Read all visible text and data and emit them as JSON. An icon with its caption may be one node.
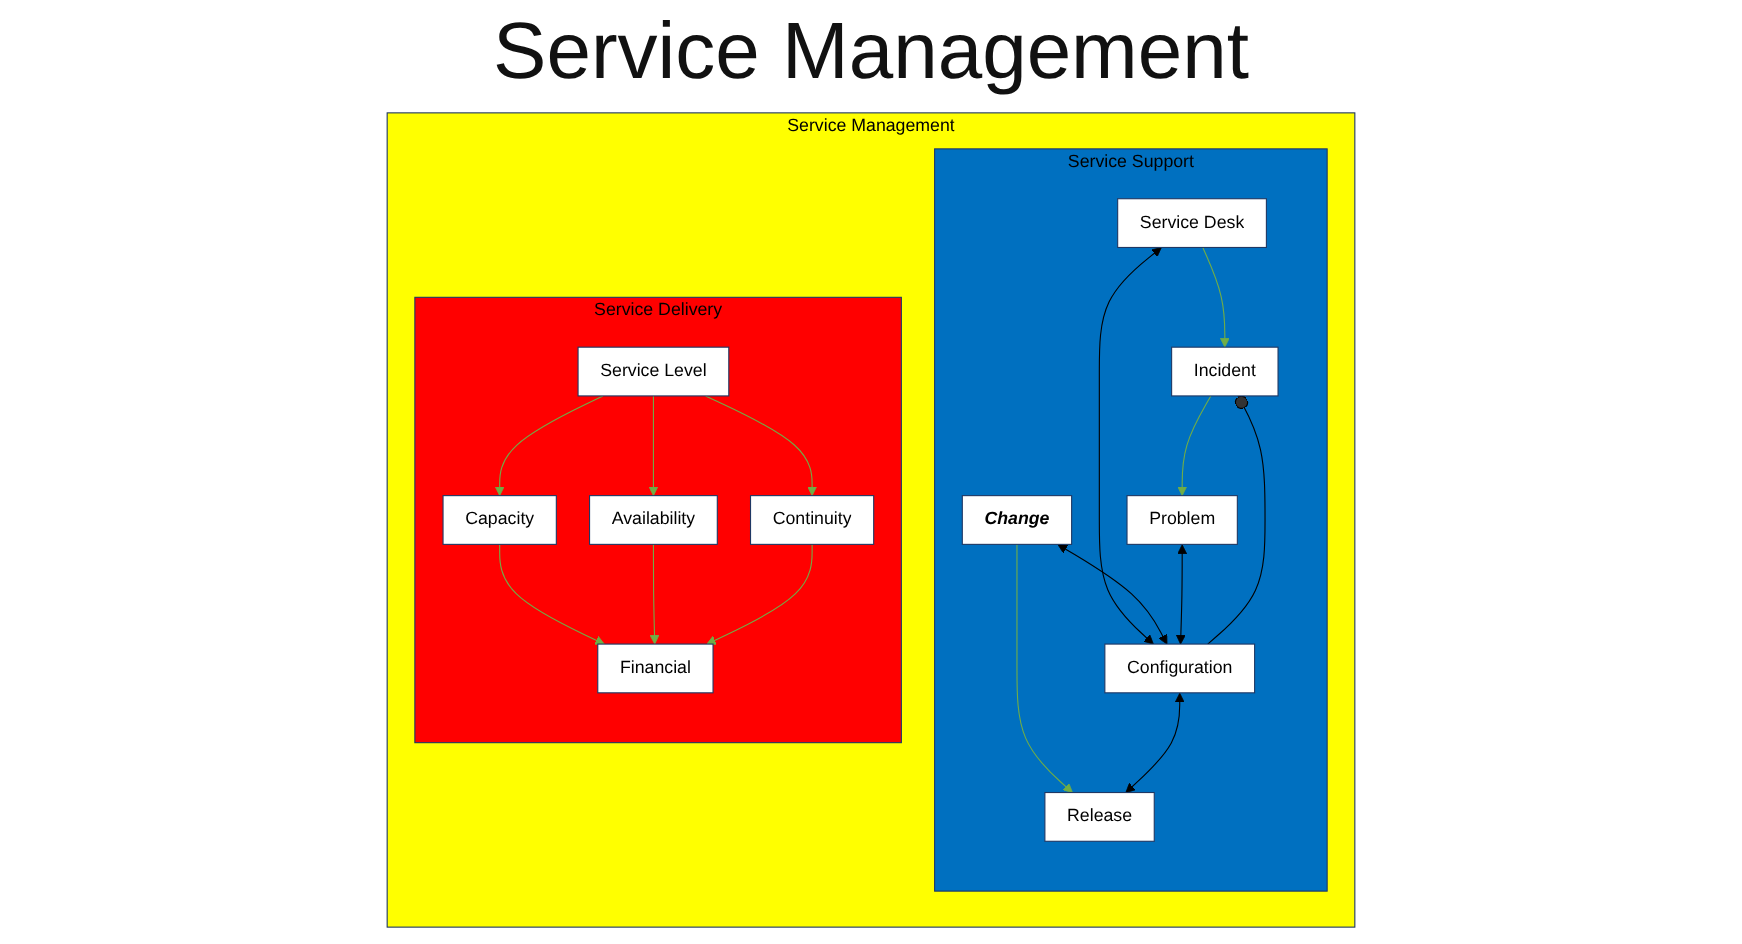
{
  "diagram": {
    "title": "Service Management",
    "nodes": [
      {
        "text": [
          "Service Management"
        ]
      },
      {
        "text": [
          "Service Support"
        ],
        "in": 0
      },
      {
        "text": [
          "Service Desk"
        ],
        "in": 1
      },
      {
        "text": [
          "Change"
        ],
        "in": 1
      },
      {
        "text": [
          "Incident"
        ],
        "in": 1
      },
      {
        "text": [
          "Configuration"
        ],
        "in": 1
      },
      {
        "text": [
          "Problem"
        ],
        "in": 1
      },
      {
        "text": [
          "Release"
        ],
        "in": 1
      },
      {
        "text": [
          "Service Delivery"
        ],
        "in": 0
      },
      {
        "text": [
          "Service Level"
        ],
        "in": 8
      },
      {
        "text": [
          "Capacity"
        ],
        "in": 8
      },
      {
        "text": [
          "Availability"
        ],
        "in": 8
      },
      {
        "text": [
          "Continuity"
        ],
        "in": 8
      },
      {
        "text": [
          "Financial"
        ],
        "in": 8
      }
    ],
    "edges": [
      {
        "from": 2,
        "to": 4,
        "arrow": "to"
      },
      {
        "from": 4,
        "to": 6,
        "arrow": "to"
      },
      {
        "from": 3,
        "to": 7,
        "arrow": "to"
      },
      {
        "from": 2,
        "to": 5,
        "arrow": "both",
        "color": "#000000"
      },
      {
        "from": 3,
        "to": 5,
        "arrow": "both",
        "color": "#000000"
      },
      {
        "from": 5,
        "to": 4,
        "arrow": "other",
        "color": "#000000"
      },
      {
        "from": 6,
        "to": 5,
        "arrow": "both",
        "color": "#000000"
      },
      {
        "from": 5,
        "to": 7,
        "arrow": "both",
        "color": "#000000"
      },
      {
        "from": 9,
        "to": 10,
        "arrow": "to"
      },
      {
        "from": 9,
        "to": 11,
        "arrow": "to"
      },
      {
        "from": 9,
        "to": 12,
        "arrow": "to"
      },
      {
        "from": 10,
        "to": 13,
        "arrow": "to"
      },
      {
        "from": 11,
        "to": 13,
        "arrow": "to"
      },
      {
        "from": 12,
        "to": 13,
        "arrow": "to"
      }
    ]
  }
}
